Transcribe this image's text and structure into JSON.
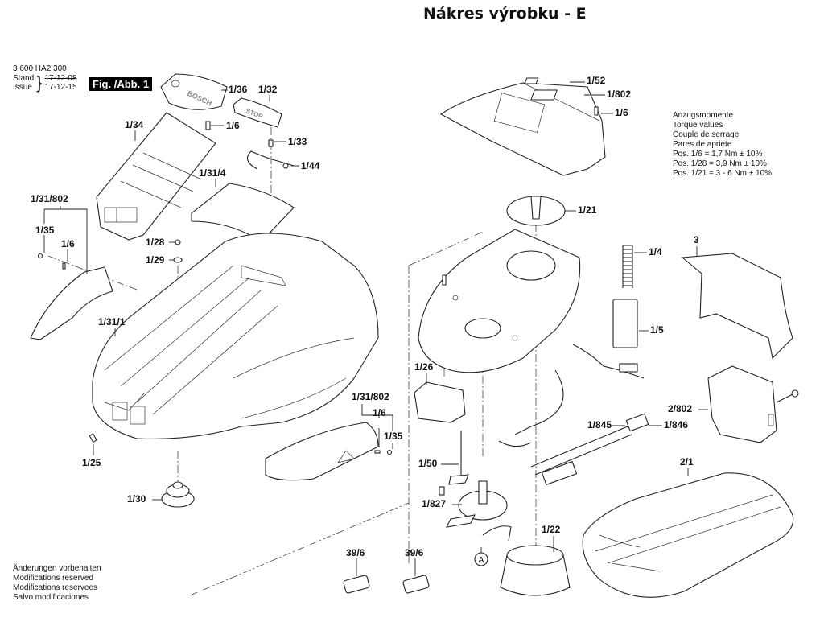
{
  "header": {
    "title": "Nákres výrobku - E"
  },
  "document_info": {
    "part_number": "3 600 HA2 300",
    "stand_label": "Stand",
    "issue_label": "Issue",
    "old_date": "17-12-08",
    "new_date": "17-12-15",
    "figure_label": "Fig. /Abb. 1"
  },
  "torque_table": {
    "lines": [
      "Anzugsmomente",
      "Torque values",
      "Couple de serrage",
      "Pares de apriete",
      "Pos. 1/6  = 1,7 Nm ± 10%",
      "Pos. 1/28 = 3,9 Nm ± 10%",
      "Pos. 1/21 = 3 - 6 Nm ± 10%"
    ]
  },
  "modifications_note": {
    "lines": [
      "Änderungen vorbehalten",
      "Modifications reserved",
      "Modifications reservees",
      "Salvo modificaciones"
    ]
  },
  "part_labels": {
    "p1_36": "1/36",
    "p1_32": "1/32",
    "p1_6_a": "1/6",
    "p1_34": "1/34",
    "p1_33": "1/33",
    "p1_44": "1/44",
    "p1_31_4": "1/31/4",
    "p1_31_802_a": "1/31/802",
    "p1_35_a": "1/35",
    "p1_6_b": "1/6",
    "p1_28": "1/28",
    "p1_29": "1/29",
    "p1_31_1": "1/31/1",
    "p1_25": "1/25",
    "p1_30": "1/30",
    "p1_31_802_b": "1/31/802",
    "p1_6_c": "1/6",
    "p1_35_b": "1/35",
    "p1_52": "1/52",
    "p1_802": "1/802",
    "p1_6_d": "1/6",
    "p1_21": "1/21",
    "p1_4": "1/4",
    "p3": "3",
    "p1_5": "1/5",
    "p1_26": "1/26",
    "p2_802": "2/802",
    "p1_845": "1/845",
    "p1_846": "1/846",
    "p1_50": "1/50",
    "p2_1": "2/1",
    "p1_827": "1/827",
    "p1_22": "1/22",
    "p39_6_a": "39/6",
    "p39_6_b": "39/6",
    "marker_a": "A"
  },
  "embossed_text": {
    "logo": "BOSCH",
    "stop": "STOP"
  }
}
